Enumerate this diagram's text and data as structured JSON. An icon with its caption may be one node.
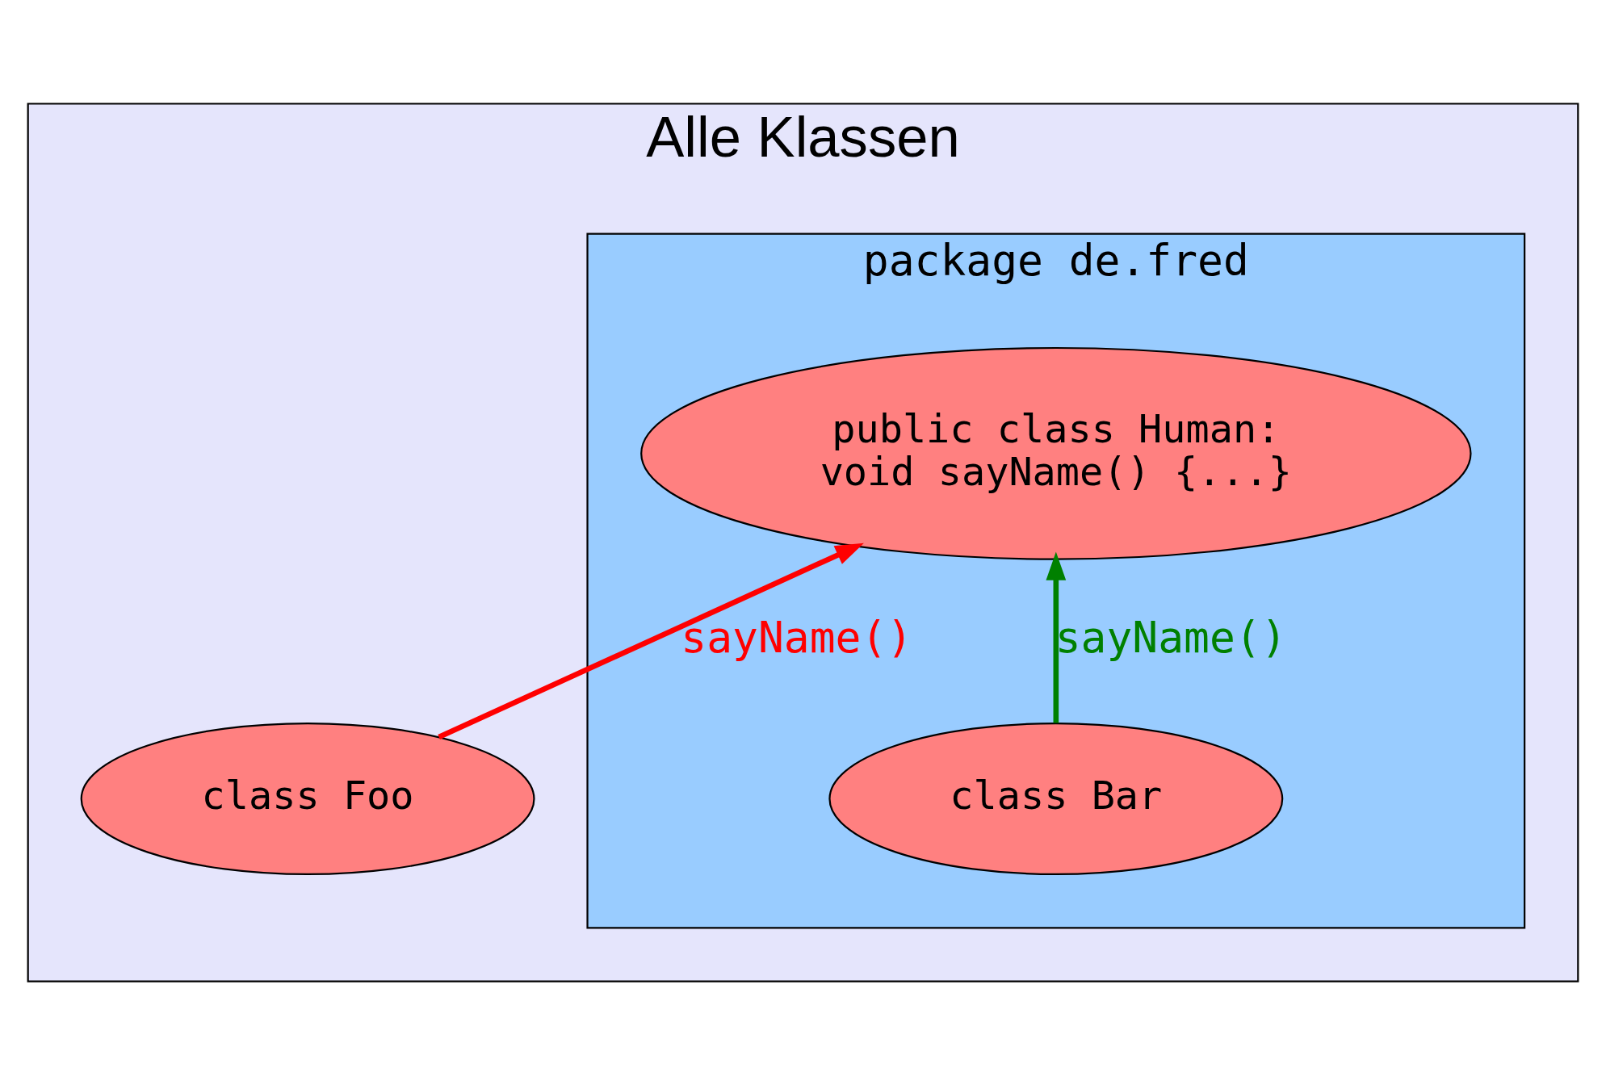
{
  "diagram": {
    "nodes": [
      {
        "text": [
          "Alle Klassen"
        ]
      },
      {
        "text": [
          "package de.fred"
        ],
        "in": 0
      },
      {
        "text": [
          "class Foo"
        ],
        "in": 0
      },
      {
        "text": [
          "public class Human:",
          "void sayName() {...}"
        ],
        "in": 1
      },
      {
        "text": [
          "class Bar"
        ],
        "in": 1
      }
    ],
    "edges": [
      {
        "from": 2,
        "to": 3,
        "arrow": "to",
        "label": "sayName()",
        "color": "#ff0000"
      },
      {
        "from": 4,
        "to": 3,
        "arrow": "to",
        "label": "sayName()",
        "color": "#008000"
      }
    ]
  }
}
